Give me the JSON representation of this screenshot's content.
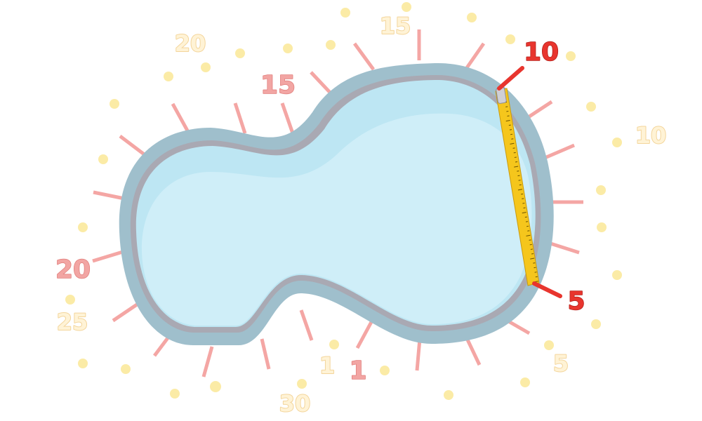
{
  "colors": {
    "pool_rim": "#9fbfcc",
    "pool_rim_inner": "#a9a9b3",
    "water_dark": "#bde6f3",
    "water_light": "#cfeef8",
    "pink_tick": "#f4a6a4",
    "red_marker": "#e8352e",
    "yellow_dot": "#fbeba6",
    "ruler": "#f5c61c"
  },
  "labels": {
    "pink": [
      "15",
      "20",
      "1"
    ],
    "yellow": [
      "15",
      "20",
      "10",
      "25",
      "30",
      "5",
      "1"
    ],
    "red": [
      "10",
      "5"
    ]
  },
  "ruler": {
    "icon": "measuring-tape-icon"
  }
}
